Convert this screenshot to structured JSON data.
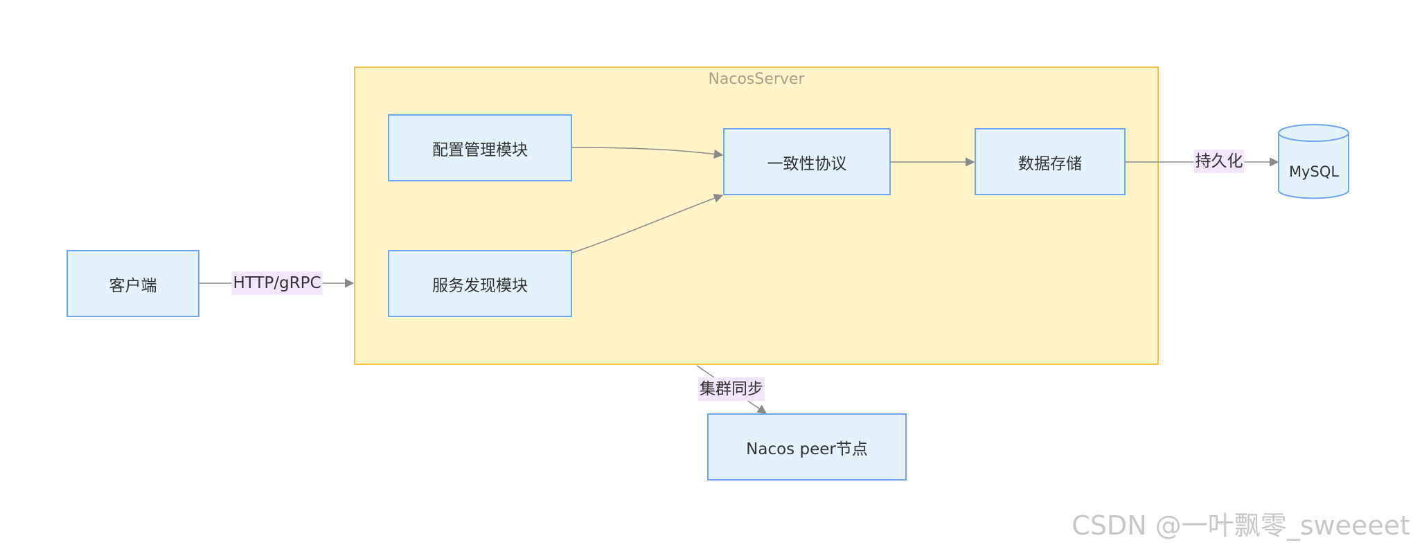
{
  "subgraph": {
    "title": "NacosServer"
  },
  "nodes": {
    "client": "客户端",
    "config": "配置管理模块",
    "discovery": "服务发现模块",
    "consistency": "一致性协议",
    "storage": "数据存储",
    "peer": "Nacos peer节点",
    "mysql": "MySQL"
  },
  "edges": {
    "client_to_server": "HTTP/gRPC",
    "storage_to_mysql": "持久化",
    "server_to_peer": "集群同步"
  },
  "colors": {
    "node_fill": "#e4f3fb",
    "node_border": "#6ea4f0",
    "subgraph_fill": "#fff5c8",
    "subgraph_border": "#f5c547",
    "edge_label_bg": "#f2e6fa",
    "edge_line": "#8a8a8a"
  },
  "watermark": "CSDN @一叶飘零_sweeeet"
}
